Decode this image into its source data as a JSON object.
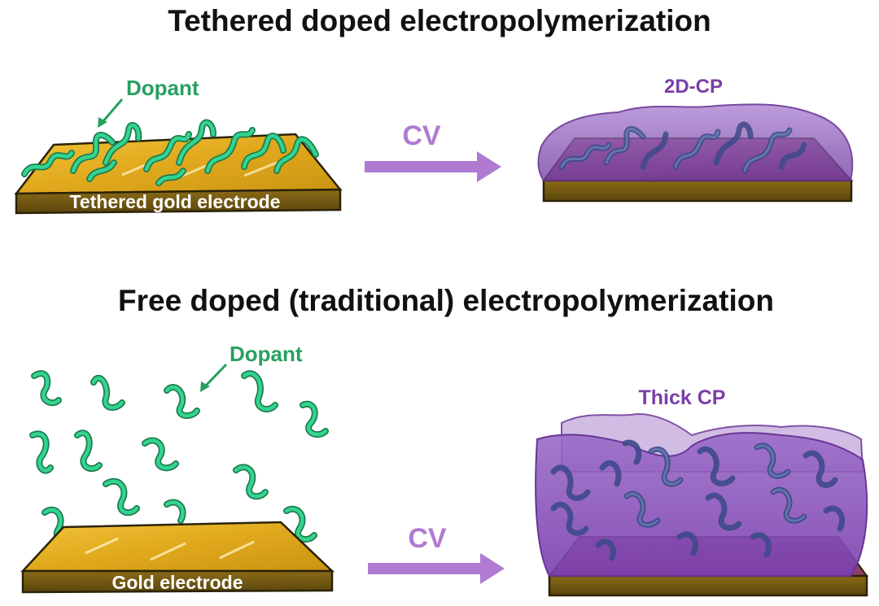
{
  "top_section": {
    "title": "Tethered doped electropolymerization",
    "dopant_label": "Dopant",
    "electrode_label": "Tethered gold electrode",
    "arrow_label": "CV",
    "product_label": "2D-CP"
  },
  "bottom_section": {
    "title": "Free doped (traditional) electropolymerization",
    "dopant_label": "Dopant",
    "electrode_label": "Gold electrode",
    "arrow_label": "CV",
    "product_label": "Thick CP"
  },
  "colors": {
    "dopant_green": "#2ecf8a",
    "dopant_label_green": "#27a060",
    "gold_top": "#e1ae22",
    "gold_side": "#6b5413",
    "polymer_purple": "#7b3fa8",
    "arrow_purple": "#b07ad2",
    "title_black": "#111111"
  }
}
